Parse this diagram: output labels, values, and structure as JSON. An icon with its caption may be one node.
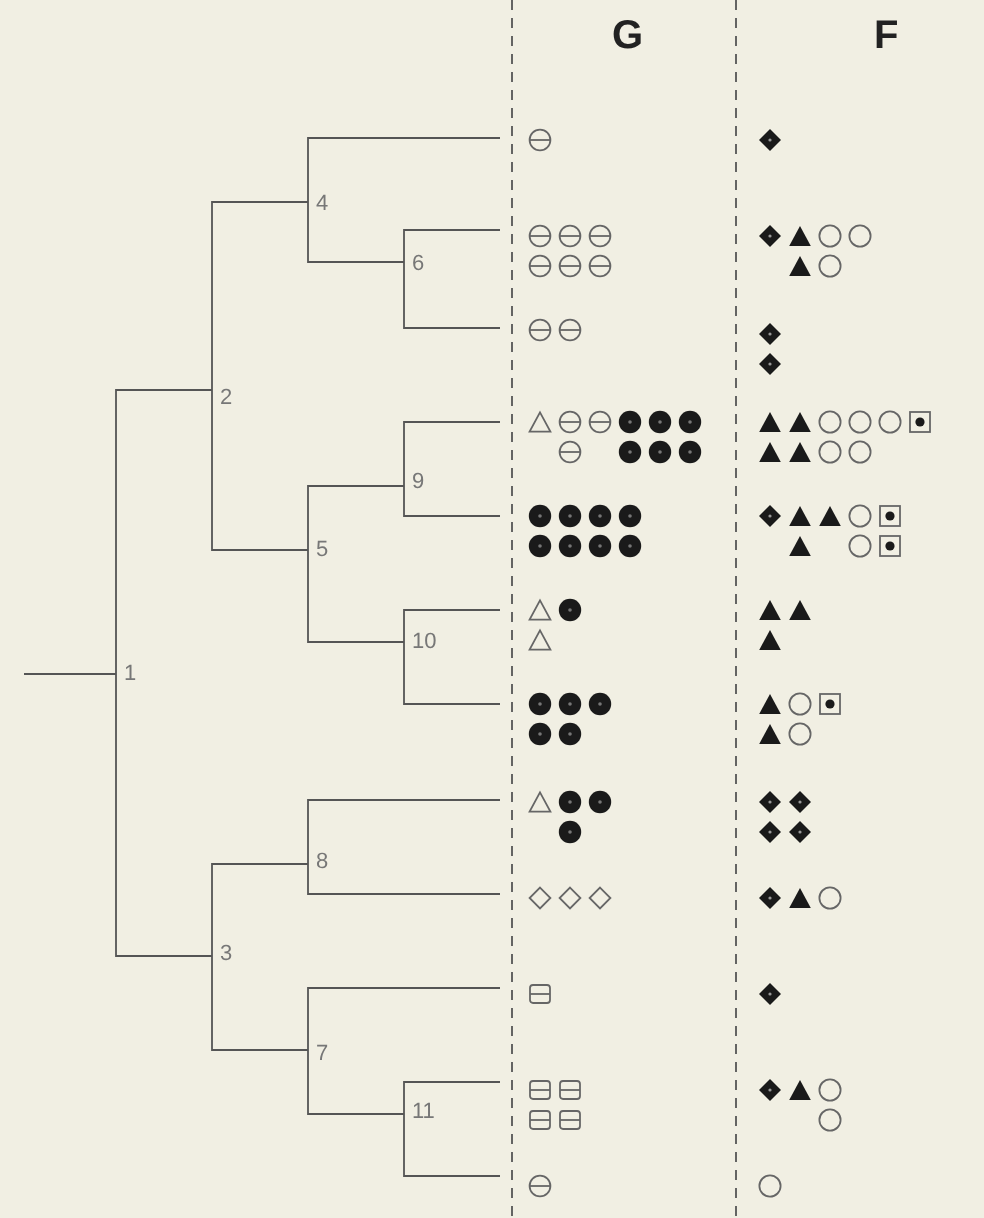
{
  "diagram": {
    "labels": [
      "G",
      "F",
      "4",
      "6",
      "2",
      "9",
      "5",
      "10",
      "1",
      "8",
      "3",
      "7",
      "11"
    ]
  }
}
